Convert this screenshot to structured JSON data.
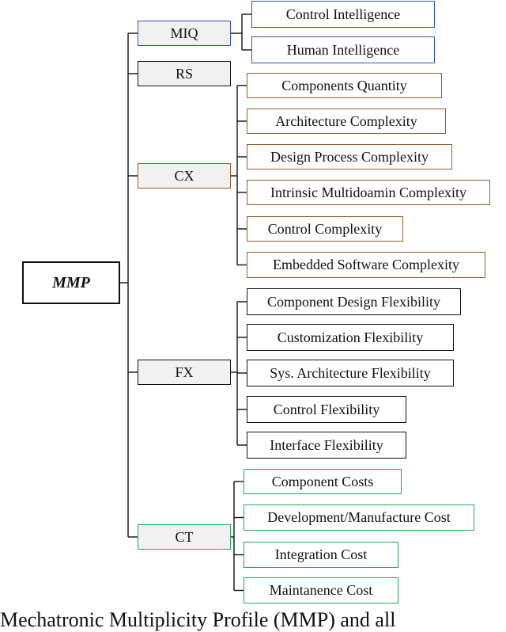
{
  "colors": {
    "line": "#111111",
    "category_fill": "#f1f1f1",
    "blue": "#2f54a6",
    "brown": "#9a5a2e",
    "black": "#111111",
    "green": "#1faa55"
  },
  "root": {
    "label": "MMP"
  },
  "categories": [
    {
      "id": "miq",
      "label": "MIQ",
      "color": "blue",
      "items": [
        "Control Intelligence",
        "Human Intelligence"
      ]
    },
    {
      "id": "rs",
      "label": "RS",
      "color": "black",
      "items": []
    },
    {
      "id": "cx",
      "label": "CX",
      "color": "brown",
      "items": [
        "Components Quantity",
        "Architecture Complexity",
        "Design Process Complexity",
        "Intrinsic Multidoamin Complexity",
        "Control Complexity",
        "Embedded Software Complexity"
      ]
    },
    {
      "id": "fx",
      "label": "FX",
      "color": "black",
      "items": [
        "Component Design Flexibility",
        "Customization Flexibility",
        "Sys. Architecture Flexibility",
        "Control Flexibility",
        "Interface Flexibility"
      ]
    },
    {
      "id": "ct",
      "label": "CT",
      "color": "green",
      "items": [
        "Component Costs",
        "Development/Manufacture Cost",
        "Integration Cost",
        "Maintanence Cost"
      ]
    }
  ],
  "caption": "Mechatronic Multiplicity Profile (MMP) and all"
}
